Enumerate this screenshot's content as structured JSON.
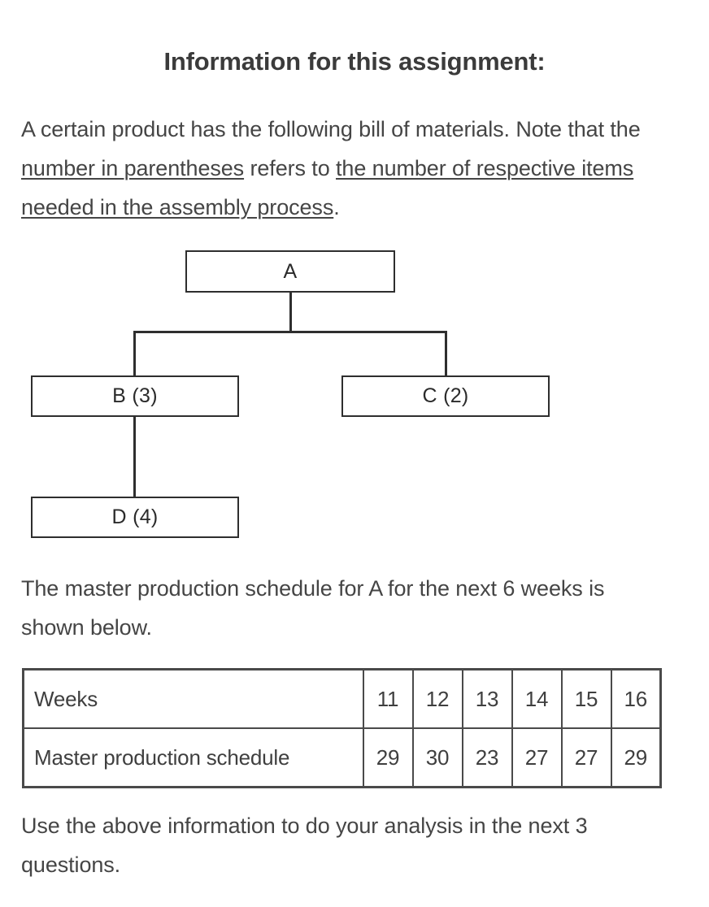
{
  "heading": {
    "title": "Information for this assignment:"
  },
  "intro": {
    "text_part_1": "A certain product has the following bill of materials. Note that the ",
    "underlined_1": "number in parentheses",
    "text_part_2": " refers to ",
    "underlined_2": "the number of respective items needed in the assembly process",
    "text_part_3": "."
  },
  "bom_diagram": {
    "nodes": [
      {
        "id": "A",
        "label": "A"
      },
      {
        "id": "B",
        "label": "B (3)"
      },
      {
        "id": "C",
        "label": "C (2)"
      },
      {
        "id": "D",
        "label": "D (4)"
      }
    ],
    "edges": [
      {
        "from": "A",
        "to": "B"
      },
      {
        "from": "A",
        "to": "C"
      },
      {
        "from": "B",
        "to": "D"
      }
    ]
  },
  "mps_intro": {
    "text": "The master production schedule for A for the next 6 weeks is shown below."
  },
  "chart_data": {
    "type": "table",
    "title": "Master production schedule for A",
    "row_headers": [
      "Weeks",
      "Master production schedule"
    ],
    "categories": [
      "11",
      "12",
      "13",
      "14",
      "15",
      "16"
    ],
    "values": [
      29,
      30,
      23,
      27,
      27,
      29
    ],
    "xlabel": "Weeks",
    "ylabel": "Master production schedule",
    "rows": [
      {
        "label": "Weeks",
        "cells": [
          "11",
          "12",
          "13",
          "14",
          "15",
          "16"
        ]
      },
      {
        "label": "Master production schedule",
        "cells": [
          "29",
          "30",
          "23",
          "27",
          "27",
          "29"
        ]
      }
    ]
  },
  "closing": {
    "text": "Use the above information to do your analysis in the next 3 questions."
  },
  "colors": {
    "text": "#454545",
    "heading": "#3b3b3b",
    "diagram_stroke": "#2e2e2e",
    "table_border": "#4a4a4a",
    "background": "#ffffff"
  }
}
